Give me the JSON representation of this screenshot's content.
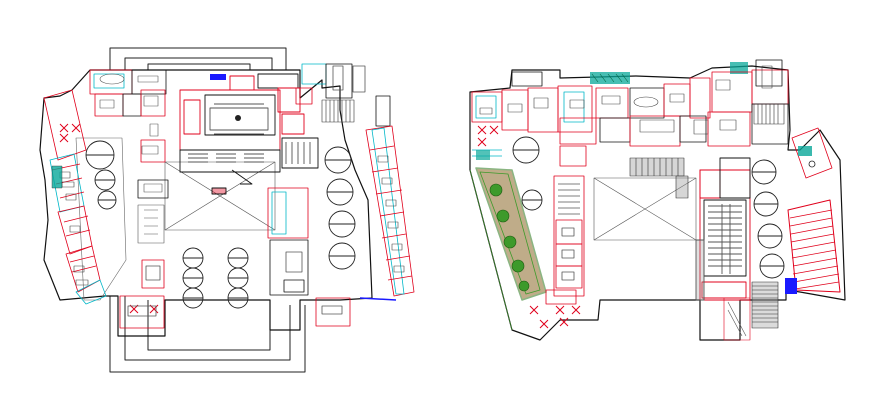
{
  "drawing": {
    "type": "architectural-floor-plans",
    "plans": [
      {
        "id": "plan-left",
        "description_key": "left-floor-plan"
      },
      {
        "id": "plan-right",
        "description_key": "right-floor-plan"
      }
    ],
    "colors": {
      "wall": "#000000",
      "partition_red": "#e0001b",
      "partition_cyan": "#00b7c8",
      "furniture_gray": "#707070",
      "landscape_green": "#3d9a2b",
      "landscape_brown": "#8b6a2a",
      "accent_blue": "#1a1aff",
      "ramp_red": "#e0001b"
    },
    "watermark": ""
  }
}
